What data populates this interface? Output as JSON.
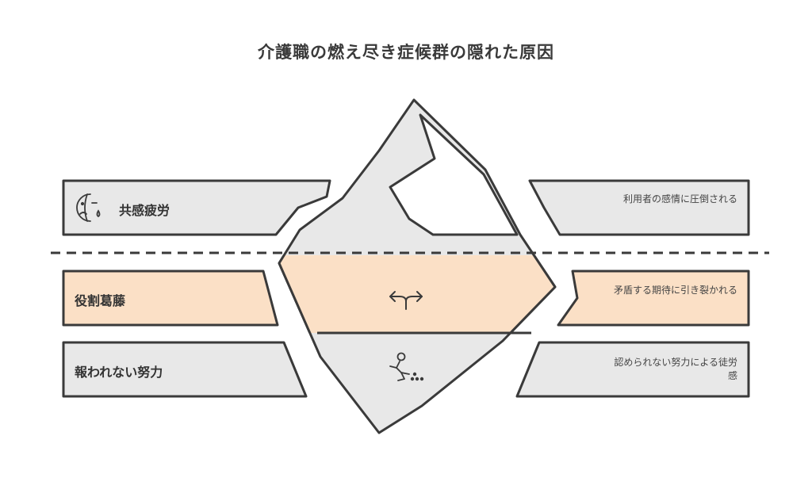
{
  "title": "介護職の燃え尽き症候群の隠れた原因",
  "rows": [
    {
      "label": "共感疲労",
      "description": "利用者の感情に圧倒される",
      "icon": "sad-face-tear-icon"
    },
    {
      "label": "役割葛藤",
      "description": "矛盾する期待に引き裂かれる",
      "icon": "split-arrows-icon"
    },
    {
      "label": "報われない努力",
      "description": "認められない努力による徒労感",
      "icon": "person-pushing-icon"
    }
  ],
  "colors": {
    "outline": "#3a3a3a",
    "gray_fill": "#e8e8e8",
    "peach_fill": "#fbe0c6",
    "white": "#ffffff"
  }
}
